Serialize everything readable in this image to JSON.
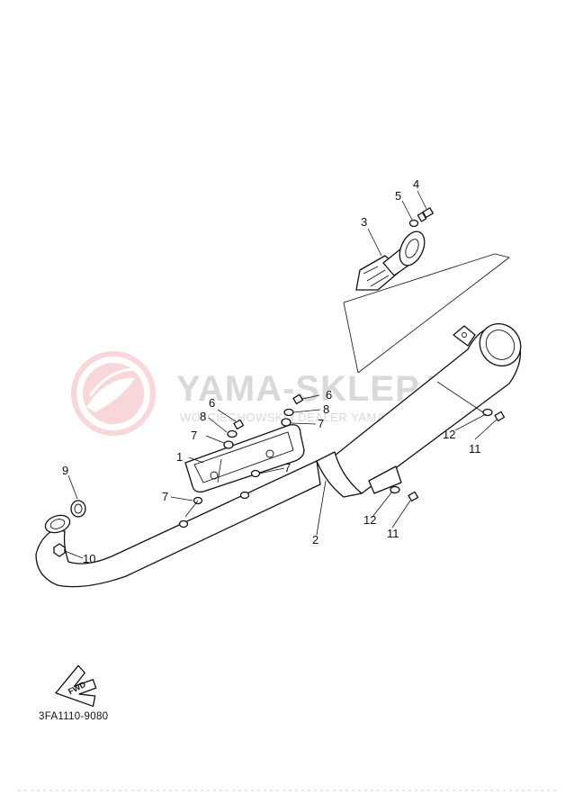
{
  "diagram": {
    "callouts": {
      "c1": "1",
      "c2": "2",
      "c3": "3",
      "c4": "4",
      "c5": "5",
      "c6a": "6",
      "c6b": "6",
      "c7a": "7",
      "c7b": "7",
      "c7c": "7",
      "c7d": "7",
      "c8a": "8",
      "c8b": "8",
      "c9": "9",
      "c10": "10",
      "c11a": "11",
      "c11b": "11",
      "c12a": "12",
      "c12b": "12"
    },
    "direction_badge": "FWD",
    "diagram_code": "3FA1110-9080"
  },
  "watermark": {
    "title": "YAMA-SKLEP.PL",
    "subtitle": "WOJCIECHOWSKI | DEALER YAMAHA",
    "color": "#d9d9d9",
    "logo_color": "#f2b8b8"
  }
}
